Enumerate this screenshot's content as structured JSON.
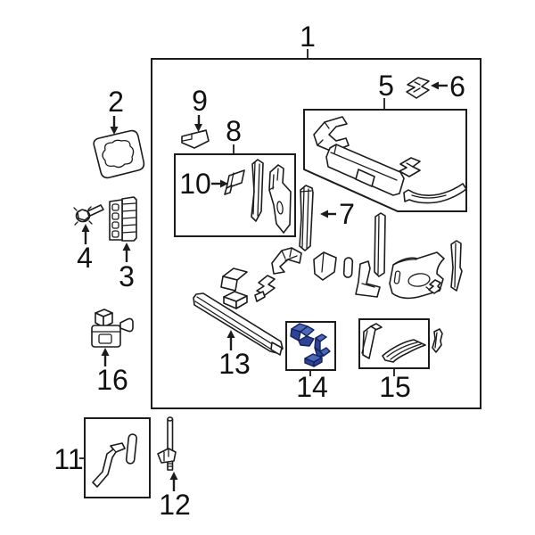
{
  "colors": {
    "line": "#1c1c1c",
    "background": "#ffffff",
    "highlight_light": "#4a67b8",
    "highlight_dark": "#2b4496",
    "highlight_outline": "#13215c"
  },
  "highlighted_callout": "14",
  "callouts": {
    "part1": "1",
    "part2": "2",
    "part3": "3",
    "part4": "4",
    "part5": "5",
    "part6": "6",
    "part7": "7",
    "part8": "8",
    "part9": "9",
    "part10": "10",
    "part11": "11",
    "part12": "12",
    "part13": "13",
    "part14": "14",
    "part15": "15",
    "part16": "16"
  }
}
